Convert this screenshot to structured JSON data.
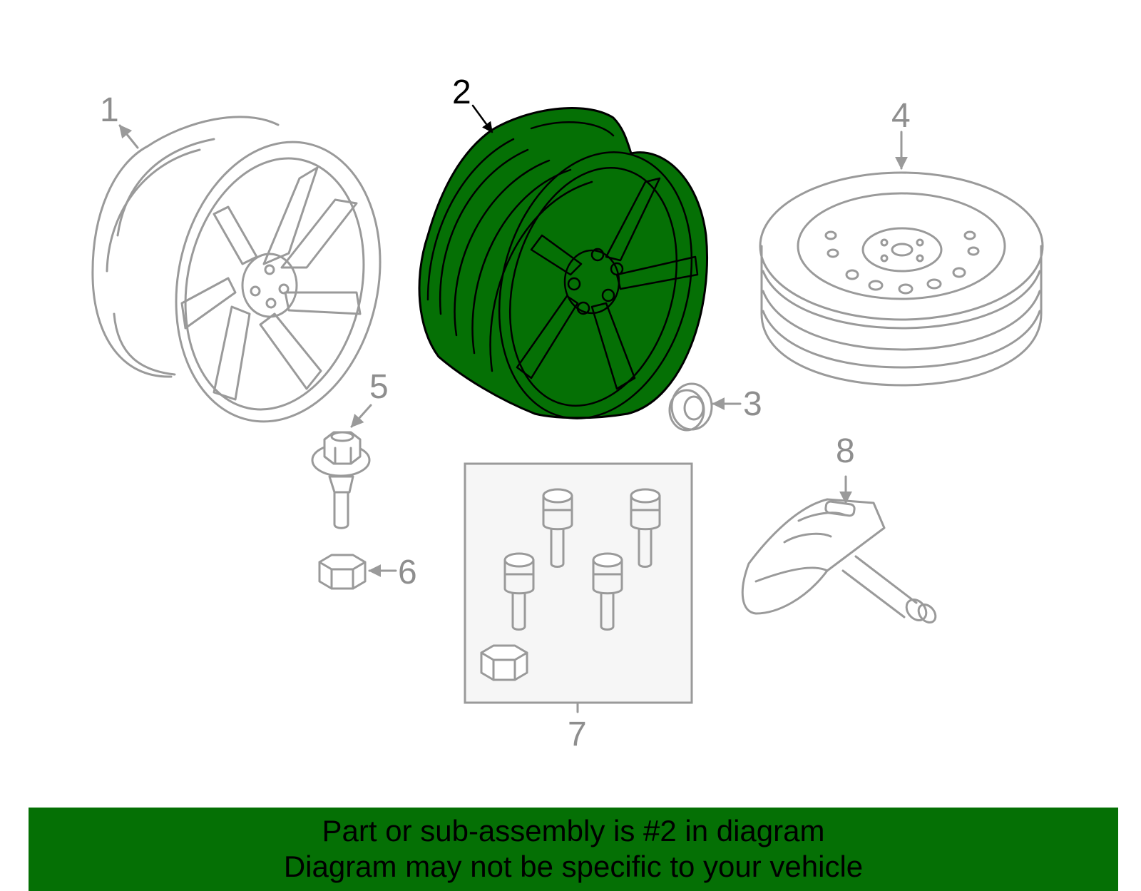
{
  "diagram": {
    "highlight_color": "#057005",
    "highlighted_part": "2",
    "callouts": {
      "p1": "1",
      "p2": "2",
      "p3": "3",
      "p4": "4",
      "p5": "5",
      "p6": "6",
      "p7": "7",
      "p8": "8"
    },
    "parts": [
      {
        "callout": "1",
        "icon": "alloy-wheel-icon"
      },
      {
        "callout": "2",
        "icon": "alloy-wheel-icon",
        "highlighted": true
      },
      {
        "callout": "3",
        "icon": "center-cap-icon"
      },
      {
        "callout": "4",
        "icon": "spare-tire-icon"
      },
      {
        "callout": "5",
        "icon": "lug-bolt-icon"
      },
      {
        "callout": "6",
        "icon": "lug-cap-icon"
      },
      {
        "callout": "7",
        "icon": "lock-kit-icon"
      },
      {
        "callout": "8",
        "icon": "tpms-sensor-icon"
      }
    ]
  },
  "banner": {
    "line1": "Part or sub-assembly is #2 in diagram",
    "line2": "Diagram may not be specific to your vehicle",
    "background": "#057005"
  }
}
